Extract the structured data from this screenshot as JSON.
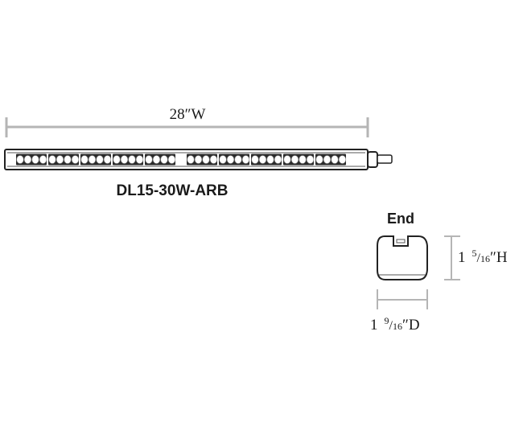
{
  "fixture": {
    "model": "DL15-30W-ARB",
    "width_label": "28″W",
    "led_groups": 10,
    "leds_per_group": 4
  },
  "end_view": {
    "title": "End",
    "height_whole": "1",
    "height_num": "5",
    "height_den": "16",
    "height_suffix": "″H",
    "depth_whole": "1",
    "depth_num": "9",
    "depth_den": "16",
    "depth_suffix": "″D"
  },
  "colors": {
    "dimension_line": "#b5b5b5",
    "outline": "#222222",
    "text": "#1a1a1a"
  }
}
